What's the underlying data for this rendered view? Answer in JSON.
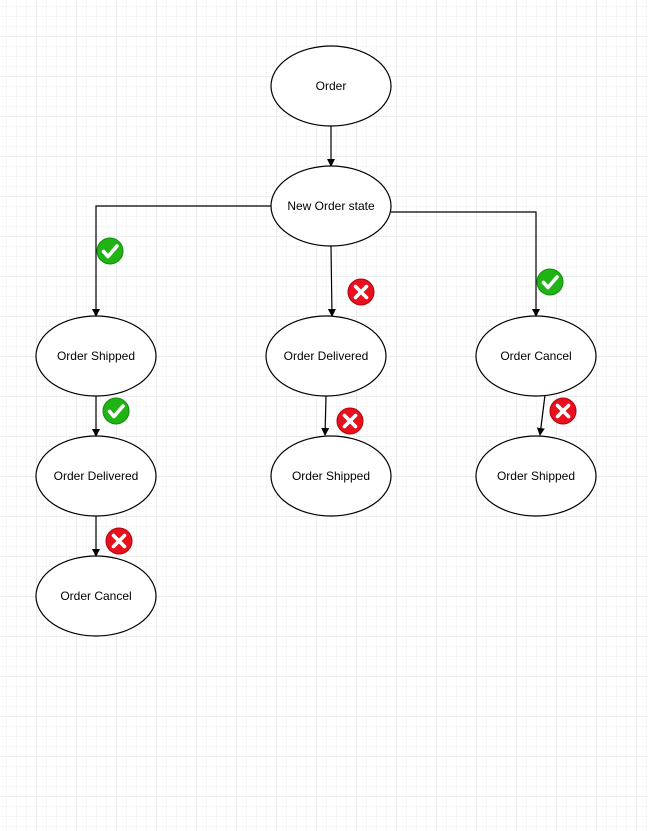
{
  "diagram": {
    "nodes": {
      "order": "Order",
      "new_state": "New Order state",
      "left_shipped": "Order Shipped",
      "left_delivered": "Order Delivered",
      "left_cancel": "Order Cancel",
      "mid_delivered": "Order Delivered",
      "mid_shipped": "Order Shipped",
      "right_cancel": "Order Cancel",
      "right_shipped": "Order Shipped"
    },
    "transitions": [
      {
        "from": "Order",
        "to": "New Order state",
        "allowed": null
      },
      {
        "from": "New Order state",
        "to": "Order Shipped",
        "allowed": true
      },
      {
        "from": "New Order state",
        "to": "Order Delivered",
        "allowed": false
      },
      {
        "from": "New Order state",
        "to": "Order Cancel",
        "allowed": true
      },
      {
        "from": "Order Shipped",
        "to": "Order Delivered",
        "allowed": true
      },
      {
        "from": "Order Delivered",
        "to": "Order Cancel",
        "allowed": false
      },
      {
        "from": "Order Delivered",
        "to": "Order Shipped",
        "allowed": false
      },
      {
        "from": "Order Cancel",
        "to": "Order Shipped",
        "allowed": false
      }
    ],
    "icons": {
      "allowed": "check-icon",
      "blocked": "cross-icon"
    },
    "colors": {
      "allowed": "#1fb314",
      "blocked": "#e8101c",
      "stroke": "#000000"
    }
  }
}
